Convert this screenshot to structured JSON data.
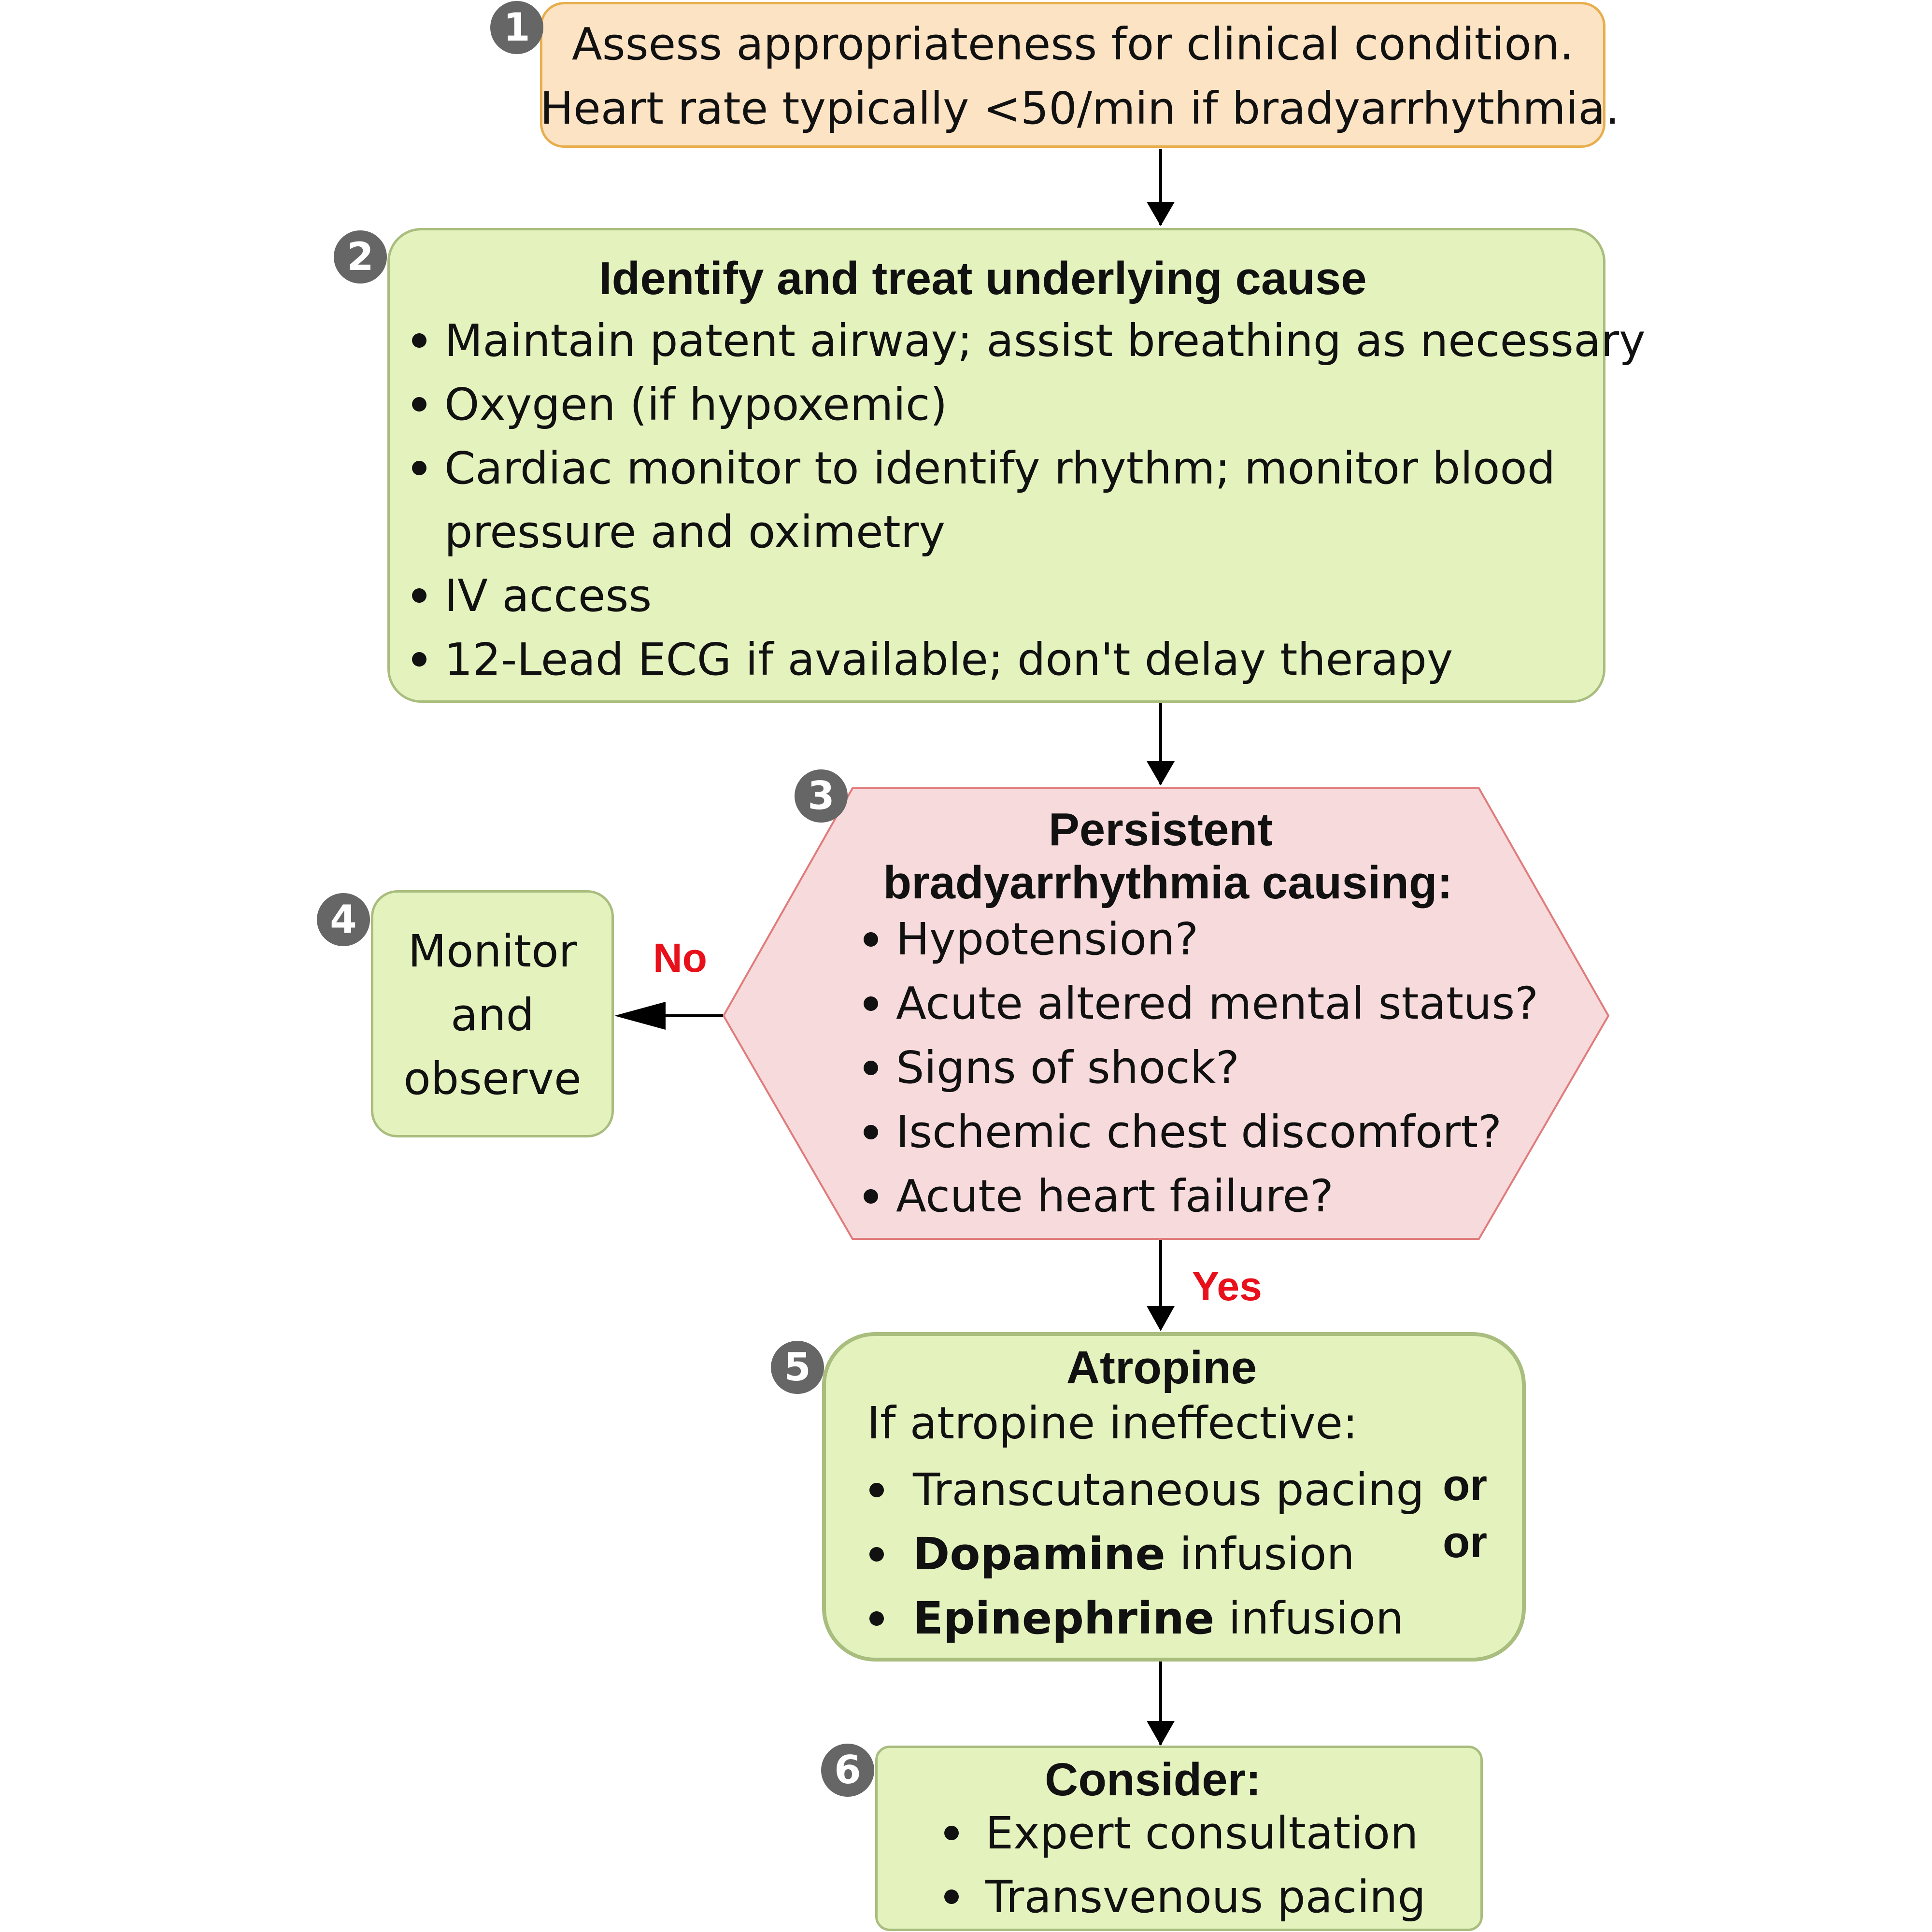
{
  "steps": {
    "s1": {
      "badge": "1",
      "line1": "Assess appropriateness for clinical condition.",
      "line2": "Heart rate typically <50/min if bradyarrhythmia."
    },
    "s2": {
      "badge": "2",
      "title": "Identify and treat underlying cause",
      "items": [
        "Maintain patent airway; assist breathing as necessary",
        "Oxygen (if hypoxemic)",
        "Cardiac monitor to identify rhythm; monitor blood",
        "pressure and oximetry",
        "IV access",
        "12-Lead ECG if available; don't delay therapy"
      ]
    },
    "s3": {
      "badge": "3",
      "title_line1": "Persistent",
      "title_line2": "bradyarrhythmia causing:",
      "items": [
        "Hypotension?",
        "Acute altered mental status?",
        "Signs of shock?",
        "Ischemic chest discomfort?",
        "Acute heart failure?"
      ]
    },
    "s4": {
      "badge": "4",
      "line1": "Monitor",
      "line2": "and",
      "line3": "observe"
    },
    "s5": {
      "badge": "5",
      "title": "Atropine",
      "subtitle": "If atropine ineffective:",
      "items": [
        {
          "bold": "",
          "text": "Transcutaneous pacing"
        },
        {
          "bold": "Dopamine",
          "text": " infusion"
        },
        {
          "bold": "Epinephrine",
          "text": " infusion"
        }
      ],
      "or1": "or",
      "or2": "or"
    },
    "s6": {
      "badge": "6",
      "title": "Consider:",
      "items": [
        "Expert consultation",
        "Transvenous pacing"
      ]
    }
  },
  "labels": {
    "no": "No",
    "yes": "Yes"
  },
  "colors": {
    "orange_fill": "#fbe3c4",
    "orange_border": "#e8ae4c",
    "green_fill": "#e4f3be",
    "green_border": "#a9bd7e",
    "pink_fill": "#f7dadb",
    "pink_border": "#e07c7c",
    "badge": "#666666",
    "label_red": "#e8101a"
  }
}
